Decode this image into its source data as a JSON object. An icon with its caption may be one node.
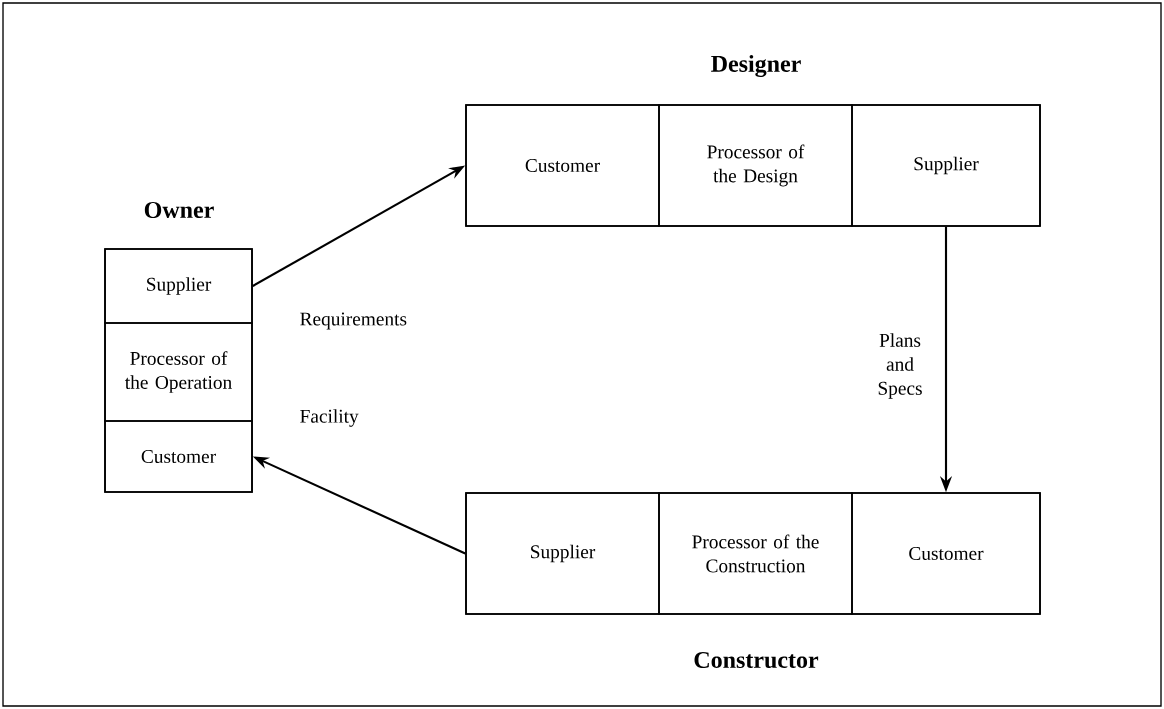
{
  "diagram": {
    "nodes": [
      {
        "text": [
          "Owner"
        ]
      },
      {
        "text": [
          "Supplier"
        ],
        "in": 0
      },
      {
        "text": [
          "Processor of the Operation"
        ],
        "in": 0
      },
      {
        "text": [
          "Customer"
        ],
        "in": 0
      },
      {
        "text": [
          "Designer"
        ]
      },
      {
        "text": [
          "Customer"
        ],
        "in": 4
      },
      {
        "text": [
          "Processor of the Design"
        ],
        "in": 4
      },
      {
        "text": [
          "Supplier"
        ],
        "in": 4
      },
      {
        "text": [
          "Constructor"
        ]
      },
      {
        "text": [
          "Supplier"
        ],
        "in": 8
      },
      {
        "text": [
          "Processor of the Construction"
        ],
        "in": 8
      },
      {
        "text": [
          "Customer"
        ],
        "in": 8
      }
    ],
    "edges": [
      {
        "from": 1,
        "to": 5,
        "arrow": "to",
        "label": "Requirements"
      },
      {
        "from": 7,
        "to": 11,
        "arrow": "to",
        "label": "Plans and Specs"
      },
      {
        "from": 9,
        "to": 3,
        "arrow": "to",
        "label": "Facility"
      }
    ]
  }
}
